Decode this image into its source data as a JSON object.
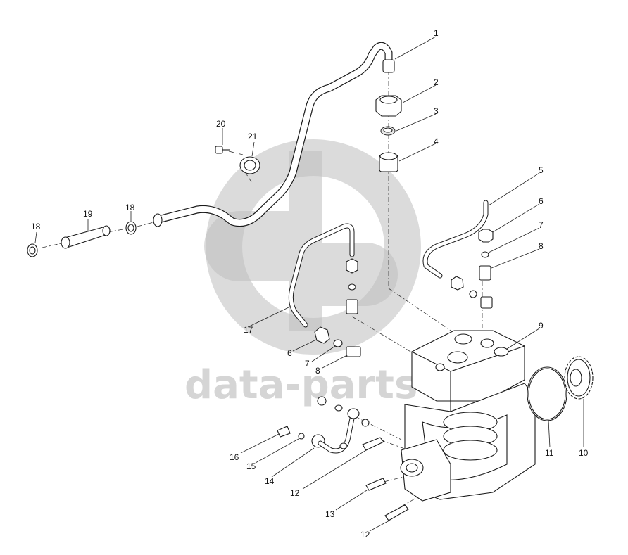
{
  "watermark": {
    "text": "data-parts",
    "logo": "gp-logo"
  },
  "callouts": [
    {
      "id": "c1",
      "label": "1"
    },
    {
      "id": "c2",
      "label": "2"
    },
    {
      "id": "c3",
      "label": "3"
    },
    {
      "id": "c4",
      "label": "4"
    },
    {
      "id": "c5",
      "label": "5"
    },
    {
      "id": "c6a",
      "label": "6"
    },
    {
      "id": "c7a",
      "label": "7"
    },
    {
      "id": "c8a",
      "label": "8"
    },
    {
      "id": "c9",
      "label": "9"
    },
    {
      "id": "c10",
      "label": "10"
    },
    {
      "id": "c11",
      "label": "11"
    },
    {
      "id": "c12a",
      "label": "12"
    },
    {
      "id": "c12b",
      "label": "12"
    },
    {
      "id": "c13",
      "label": "13"
    },
    {
      "id": "c14",
      "label": "14"
    },
    {
      "id": "c15",
      "label": "15"
    },
    {
      "id": "c16",
      "label": "16"
    },
    {
      "id": "c17",
      "label": "17"
    },
    {
      "id": "c6b",
      "label": "6"
    },
    {
      "id": "c7b",
      "label": "7"
    },
    {
      "id": "c8b",
      "label": "8"
    },
    {
      "id": "c18a",
      "label": "18"
    },
    {
      "id": "c18b",
      "label": "18"
    },
    {
      "id": "c19",
      "label": "19"
    },
    {
      "id": "c20",
      "label": "20"
    },
    {
      "id": "c21",
      "label": "21"
    }
  ],
  "colors": {
    "line": "#1a1a1a",
    "watermark": "#bdbdbd",
    "background": "#ffffff"
  }
}
